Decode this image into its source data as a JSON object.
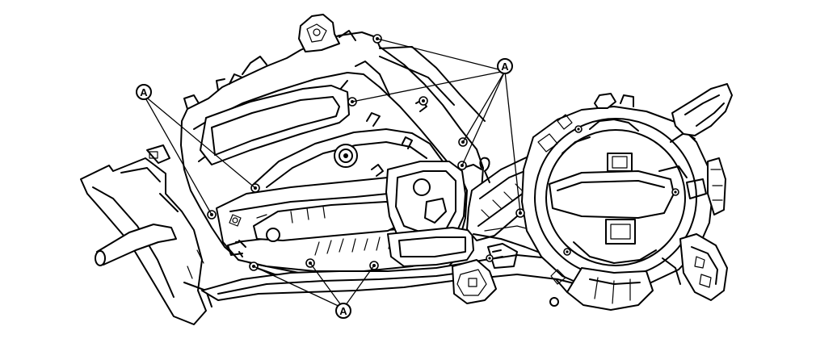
{
  "callouts": [
    {
      "id": "callout-top-right",
      "label": "A"
    },
    {
      "id": "callout-left",
      "label": "A"
    },
    {
      "id": "callout-bottom",
      "label": "A"
    }
  ]
}
